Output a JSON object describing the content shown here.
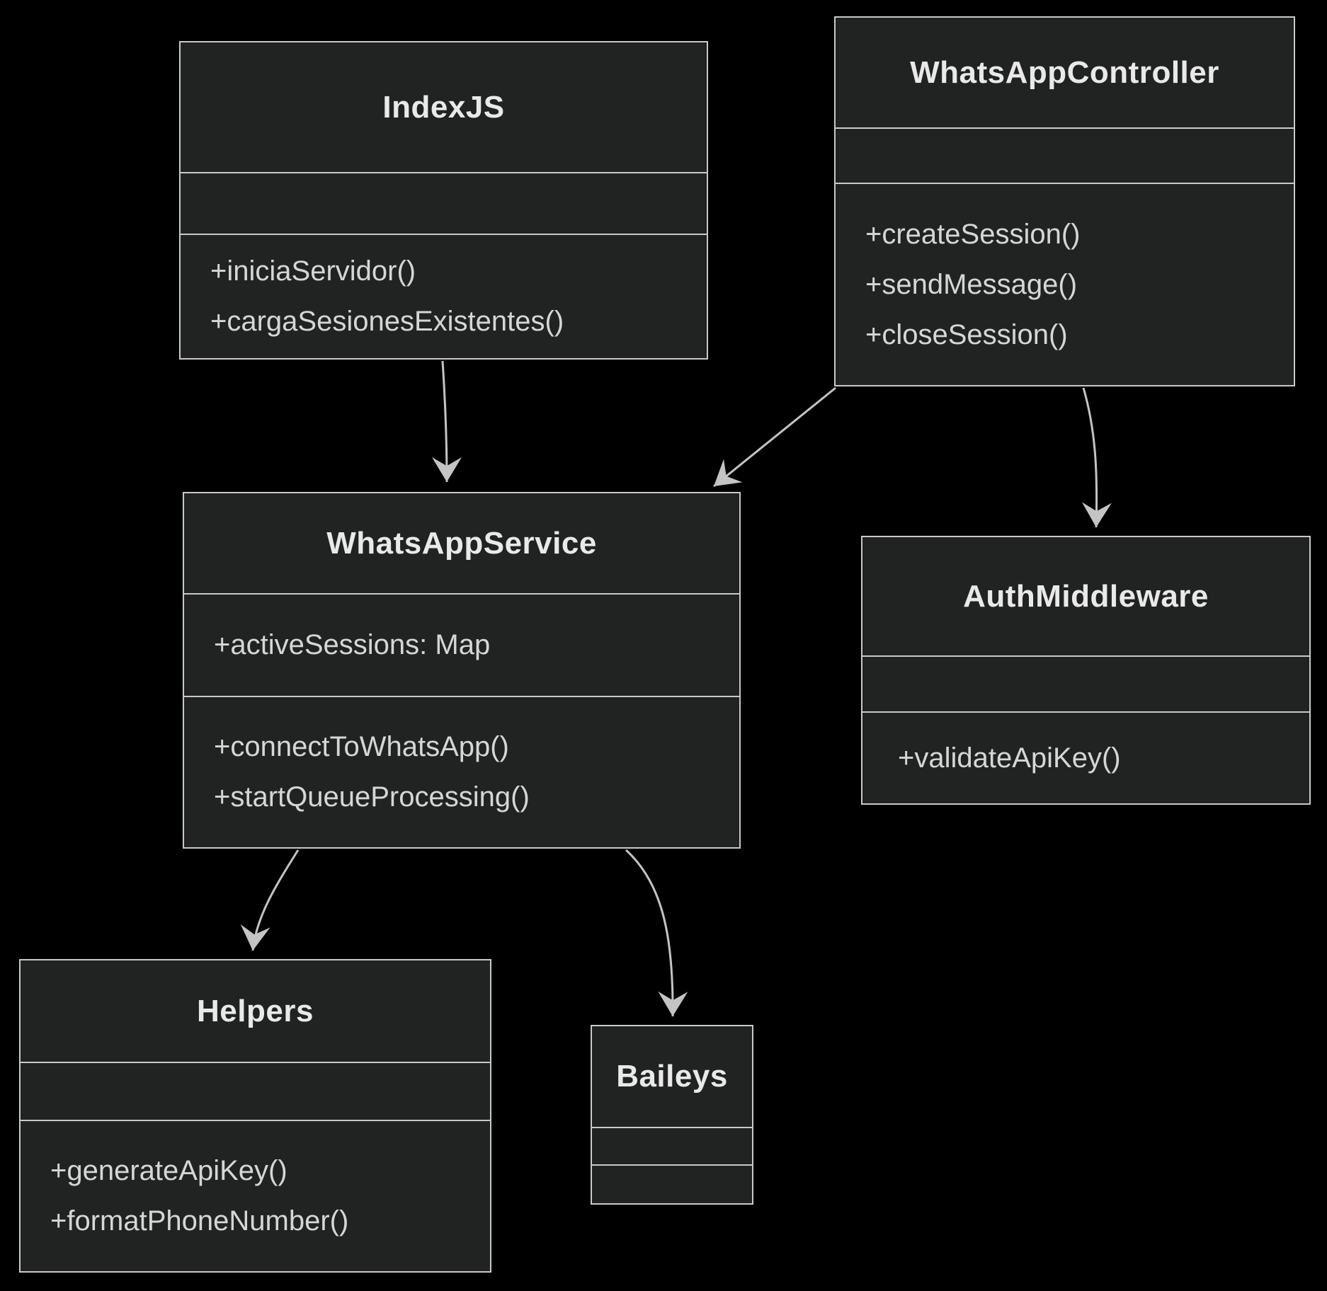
{
  "diagram_type": "uml-class-diagram",
  "colors": {
    "background": "#000000",
    "box_fill": "#212222",
    "border": "#c9c9c9",
    "title_text": "#e9e9e9",
    "member_text": "#d6d6d6",
    "arrow": "#c4c4c4"
  },
  "classes": {
    "indexjs": {
      "name": "IndexJS",
      "attributes": [],
      "methods": [
        "+iniciaServidor()",
        "+cargaSesionesExistentes()"
      ]
    },
    "controller": {
      "name": "WhatsAppController",
      "attributes": [],
      "methods": [
        "+createSession()",
        "+sendMessage()",
        "+closeSession()"
      ]
    },
    "service": {
      "name": "WhatsAppService",
      "attributes": [
        "+activeSessions: Map"
      ],
      "methods": [
        "+connectToWhatsApp()",
        "+startQueueProcessing()"
      ]
    },
    "auth": {
      "name": "AuthMiddleware",
      "attributes": [],
      "methods": [
        "+validateApiKey()"
      ]
    },
    "helpers": {
      "name": "Helpers",
      "attributes": [],
      "methods": [
        "+generateApiKey()",
        "+formatPhoneNumber()"
      ]
    },
    "baileys": {
      "name": "Baileys",
      "attributes": [],
      "methods": []
    }
  },
  "relations": [
    {
      "from": "IndexJS",
      "to": "WhatsAppService",
      "type": "dependency-arrow"
    },
    {
      "from": "WhatsAppController",
      "to": "WhatsAppService",
      "type": "dependency-arrow"
    },
    {
      "from": "WhatsAppController",
      "to": "AuthMiddleware",
      "type": "dependency-arrow"
    },
    {
      "from": "WhatsAppService",
      "to": "Helpers",
      "type": "dependency-arrow"
    },
    {
      "from": "WhatsAppService",
      "to": "Baileys",
      "type": "dependency-arrow"
    }
  ]
}
